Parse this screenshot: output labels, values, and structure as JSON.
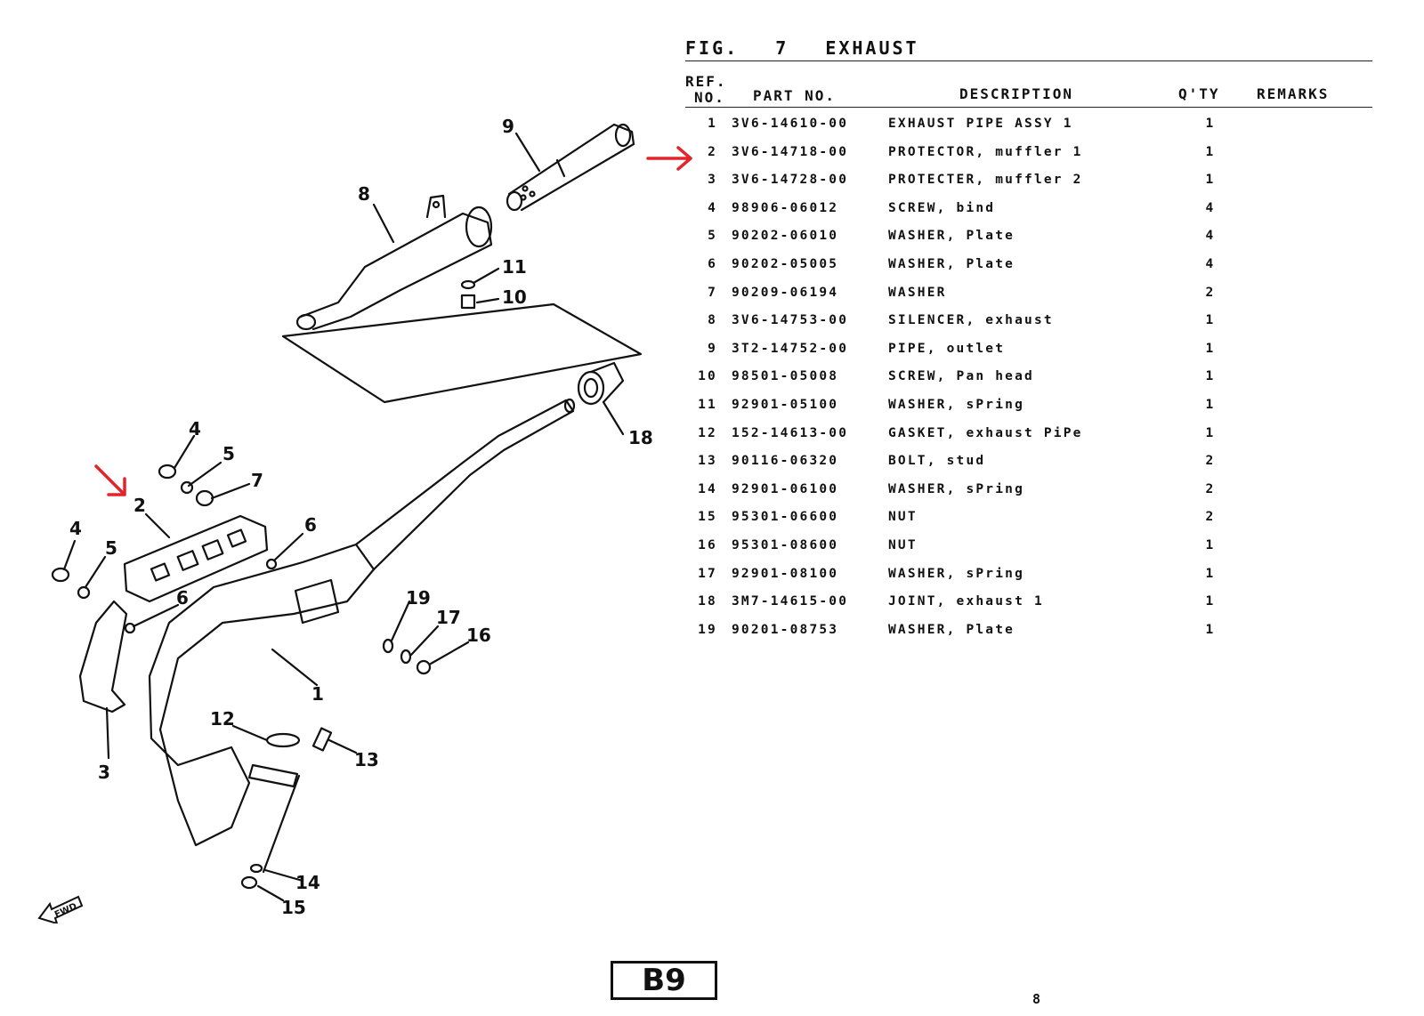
{
  "figure": {
    "label": "FIG.",
    "number": "7",
    "title": "EXHAUST"
  },
  "columns": {
    "ref_line1": "REF.",
    "ref_line2": "NO.",
    "part_no": "PART NO.",
    "description": "DESCRIPTION",
    "qty": "Q'TY",
    "remarks": "REMARKS"
  },
  "parts": [
    {
      "ref": "1",
      "part_no": "3V6-14610-00",
      "description": "EXHAUST PIPE ASSY 1",
      "qty": "1"
    },
    {
      "ref": "2",
      "part_no": "3V6-14718-00",
      "description": "PROTECTOR, muffler 1",
      "qty": "1"
    },
    {
      "ref": "3",
      "part_no": "3V6-14728-00",
      "description": "PROTECTER, muffler 2",
      "qty": "1"
    },
    {
      "ref": "4",
      "part_no": "98906-06012",
      "description": "SCREW, bind",
      "qty": "4"
    },
    {
      "ref": "5",
      "part_no": "90202-06010",
      "description": "WASHER, Plate",
      "qty": "4"
    },
    {
      "ref": "6",
      "part_no": "90202-05005",
      "description": "WASHER, Plate",
      "qty": "4"
    },
    {
      "ref": "7",
      "part_no": "90209-06194",
      "description": "WASHER",
      "qty": "2"
    },
    {
      "ref": "8",
      "part_no": "3V6-14753-00",
      "description": "SILENCER, exhaust",
      "qty": "1"
    },
    {
      "ref": "9",
      "part_no": "3T2-14752-00",
      "description": "PIPE, outlet",
      "qty": "1"
    },
    {
      "ref": "10",
      "part_no": "98501-05008",
      "description": "SCREW, Pan head",
      "qty": "1"
    },
    {
      "ref": "11",
      "part_no": "92901-05100",
      "description": "WASHER, sPring",
      "qty": "1"
    },
    {
      "ref": "12",
      "part_no": "152-14613-00",
      "description": "GASKET, exhaust PiPe",
      "qty": "1"
    },
    {
      "ref": "13",
      "part_no": "90116-06320",
      "description": "BOLT, stud",
      "qty": "2"
    },
    {
      "ref": "14",
      "part_no": "92901-06100",
      "description": "WASHER, sPring",
      "qty": "2"
    },
    {
      "ref": "15",
      "part_no": "95301-06600",
      "description": "NUT",
      "qty": "2"
    },
    {
      "ref": "16",
      "part_no": "95301-08600",
      "description": "NUT",
      "qty": "1"
    },
    {
      "ref": "17",
      "part_no": "92901-08100",
      "description": "WASHER, sPring",
      "qty": "1"
    },
    {
      "ref": "18",
      "part_no": "3M7-14615-00",
      "description": "JOINT, exhaust 1",
      "qty": "1"
    },
    {
      "ref": "19",
      "part_no": "90201-08753",
      "description": "WASHER, Plate",
      "qty": "1"
    }
  ],
  "diagram": {
    "callouts": [
      "1",
      "2",
      "3",
      "4",
      "4",
      "5",
      "5",
      "6",
      "6",
      "7",
      "8",
      "9",
      "10",
      "11",
      "12",
      "13",
      "14",
      "15",
      "16",
      "17",
      "18",
      "19"
    ],
    "fwd_label": "FWD"
  },
  "annotations": {
    "highlight_color": "#e0262a",
    "highlighted_ref": "2"
  },
  "page": {
    "section_label": "B9",
    "number": "8"
  }
}
